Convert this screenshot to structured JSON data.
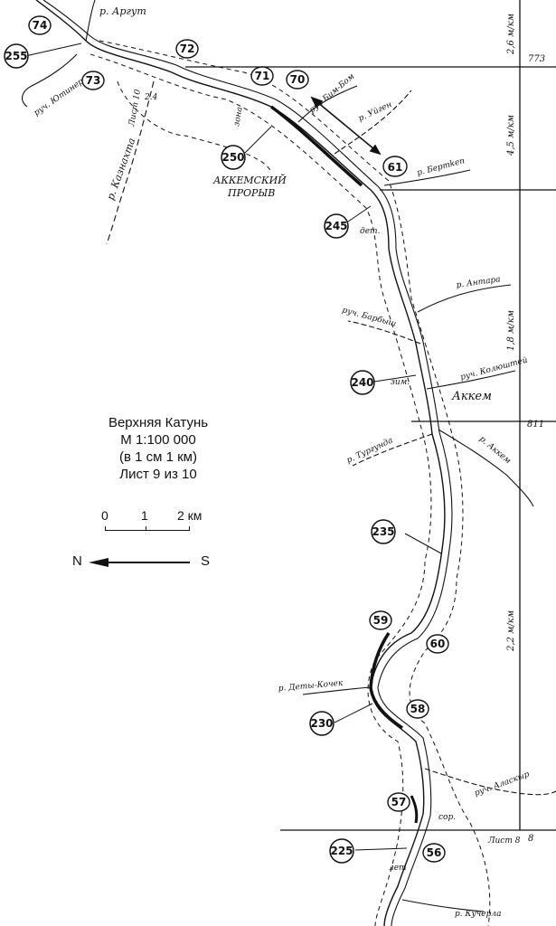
{
  "legend": {
    "title": "Верхняя Катунь",
    "scale": "М 1:100 000",
    "scale_note": "(в 1 см 1 км)",
    "sheet": "Лист 9 из 10"
  },
  "scale_bar": {
    "tick_0": "0",
    "tick_1": "1",
    "tick_2": "2 км"
  },
  "compass": {
    "north": "N",
    "south": "S"
  },
  "rivers": {
    "argut": "р. Аргут",
    "yutiner": "руч. Ютинер",
    "kaznakhta": "р. Казнахта",
    "bimbom": "руч Бим-Бом",
    "uygen": "р. Уйген",
    "bertken": "р. Бертken",
    "antara": "р. Антара",
    "barbysh": "руч. Барбыш",
    "kolyushtey": "руч. Колюштей",
    "tyrgunda": "р. Тургунда",
    "akkem_river": "р. Аккем",
    "dety_kochek": "р. Деты-Кочек",
    "alaskyr": "руч. Аласкыр",
    "kucherla": "р. Кучерла"
  },
  "places": {
    "akkem_village": "Аккем",
    "breach_line1": "АККЕМСКИЙ",
    "breach_line2": "ПРОРЫВ",
    "zone": "зона",
    "list10": "Лист 10",
    "list8": "Лист 8",
    "det": "дет.",
    "zim": "зим.",
    "let": "лет",
    "sor": "сор.",
    "v24": "2.4"
  },
  "km_markers": [
    "255",
    "250",
    "245",
    "240",
    "235",
    "230",
    "225"
  ],
  "obstacles": [
    "74",
    "73",
    "72",
    "71",
    "70",
    "61",
    "60",
    "59",
    "58",
    "57",
    "56"
  ],
  "gradients": {
    "g1": "2,6 м/км",
    "g2": "4,5 м/км",
    "g3": "1,8 м/км",
    "g4": "2,2 м/км",
    "h773": "773",
    "h811": "811",
    "h8": "8"
  }
}
